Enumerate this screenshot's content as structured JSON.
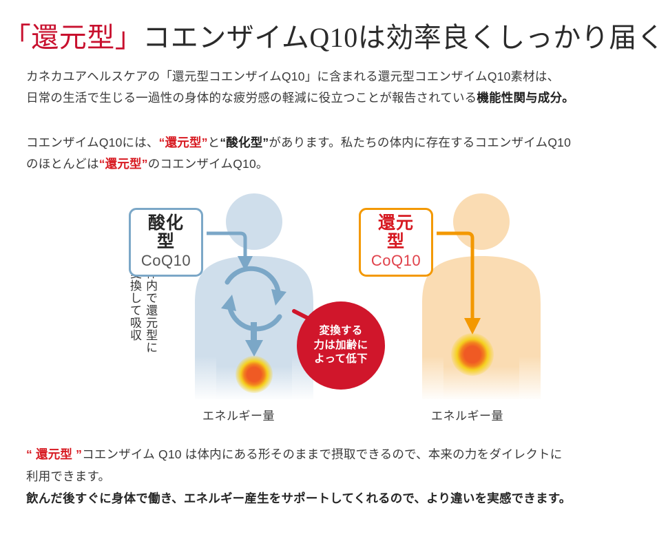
{
  "title": {
    "accent": "「還元型」",
    "rest": "コエンザイムQ10は効率良くしっかり届く"
  },
  "paragraph_1": {
    "line_1": "カネカユアヘルスケアの「還元型コエンザイムQ10」に含まれる還元型コエンザイムQ10素材は、",
    "line_2_a": "日常の生活で生じる一過性の身体的な疲労感の軽減に役立つことが報告されている",
    "line_2_b": "機能性関与成分。"
  },
  "paragraph_2": {
    "seg_1": "コエンザイムQ10には、",
    "seg_2_red": "“還元型”",
    "seg_3": "と",
    "seg_4_dark": "“酸化型”",
    "seg_5": "があります。私たちの体内に存在するコエンザイムQ10",
    "line_2_a": "のほとんどは",
    "line_2_red": "“還元型”",
    "line_2_b": "のコエンザイムQ10。"
  },
  "diagram": {
    "left_figure": {
      "label_main": "酸化型",
      "label_sub": "CoQ10",
      "border_color": "#7ba7c7",
      "body_color": "#cfdeeb",
      "arrow_color": "#7ba7c7",
      "vertical_note_col_1": "体内で還元型に",
      "vertical_note_col_2": "変換して吸収",
      "energy_caption": "エネルギー量"
    },
    "right_figure": {
      "label_main": "還元型",
      "label_sub": "CoQ10",
      "border_color": "#f39800",
      "body_color": "#fadcb3",
      "arrow_color": "#f39800",
      "energy_caption": "エネルギー量"
    },
    "callout": {
      "line_1": "変換する",
      "line_2": "力は加齢に",
      "line_3": "よって低下",
      "circle_color": "#d0162b",
      "pointer_color": "#d0162b"
    },
    "energy_glow": {
      "outer_color": "#f5d020",
      "inner_color": "#ef5a24"
    }
  },
  "bottom_text": {
    "line_1_red": "“ 還元型 ”",
    "line_1_rest": "コエンザイム Q10 は体内にある形そのままで摂取できるので、本来の力をダイレクトに",
    "line_2": "利用できます。",
    "line_3": "飲んだ後すぐに身体で働き、エネルギー産生をサポートしてくれるので、より違いを実感できます。"
  },
  "colors": {
    "title_accent_red": "#c8102e",
    "body_text": "#3a3a3a",
    "red_bold": "#d71920",
    "blue_accent": "#7ba7c7",
    "orange_accent": "#f39800"
  }
}
